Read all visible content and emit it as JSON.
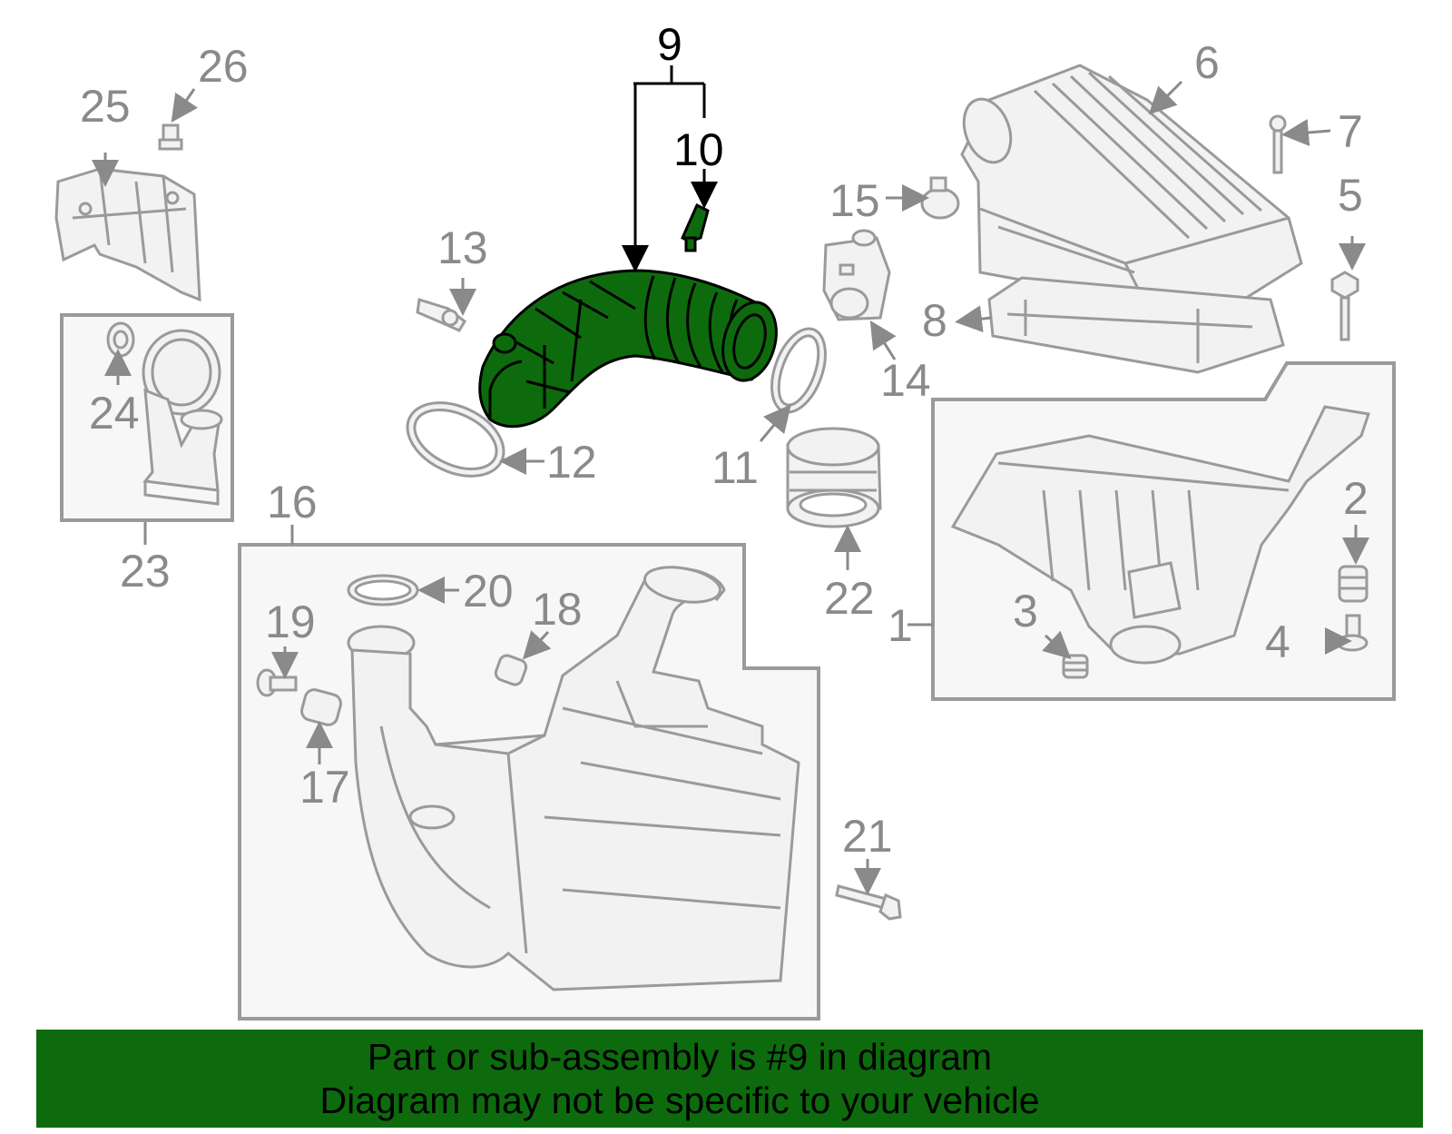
{
  "callouts": {
    "c1": "1",
    "c2": "2",
    "c3": "3",
    "c4": "4",
    "c5": "5",
    "c6": "6",
    "c7": "7",
    "c8": "8",
    "c9": "9",
    "c10": "10",
    "c11": "11",
    "c12": "12",
    "c13": "13",
    "c14": "14",
    "c15": "15",
    "c16": "16",
    "c17": "17",
    "c18": "18",
    "c19": "19",
    "c20": "20",
    "c21": "21",
    "c22": "22",
    "c23": "23",
    "c24": "24",
    "c25": "25",
    "c26": "26"
  },
  "highlight": {
    "part": "9",
    "color": "#0d6b0d"
  },
  "banner": {
    "line1": "Part or sub-assembly is #9 in diagram",
    "line2": "Diagram may not be specific to your vehicle"
  }
}
